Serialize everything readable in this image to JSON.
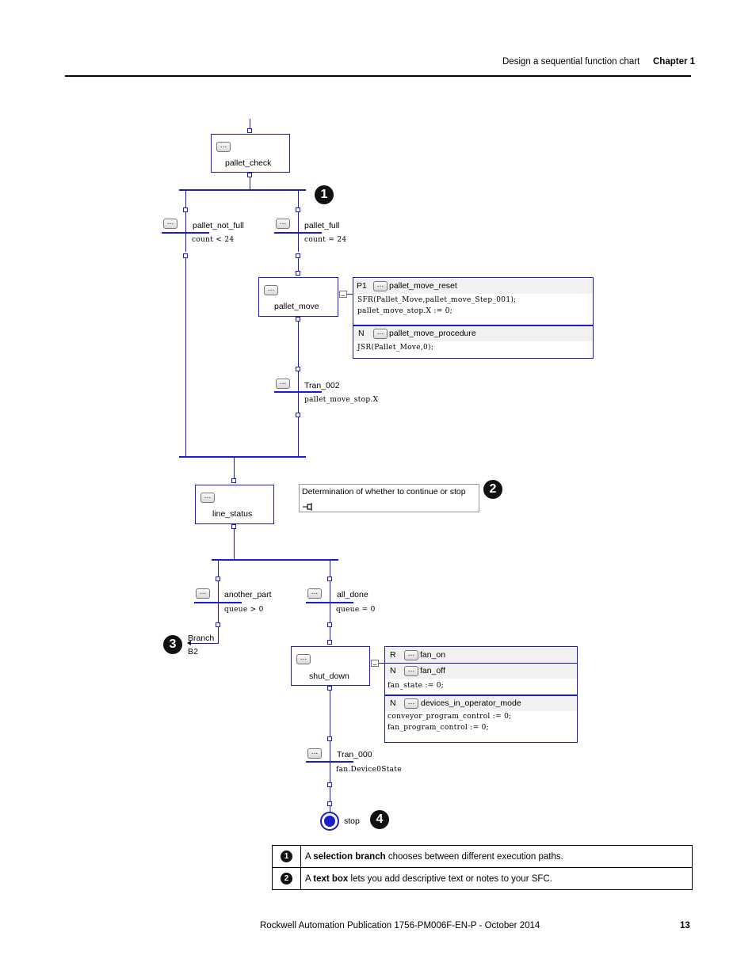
{
  "header": {
    "section": "Design a sequential function chart",
    "chapter": "Chapter 1"
  },
  "footer": {
    "publication": "Rockwell Automation Publication 1756-PM006F-EN-P - October 2014",
    "page": "13"
  },
  "sfc": {
    "button_label": "...",
    "steps": {
      "pallet_check": "pallet_check",
      "pallet_move": "pallet_move",
      "line_status": "line_status",
      "shut_down": "shut_down"
    },
    "transitions": {
      "pallet_not_full": {
        "name": "pallet_not_full",
        "expr": "count < 24"
      },
      "pallet_full": {
        "name": "pallet_full",
        "expr": "count = 24"
      },
      "tran_002": {
        "name": "Tran_002",
        "expr": "pallet_move_stop.X"
      },
      "another_part": {
        "name": "another_part",
        "expr": "queue > 0"
      },
      "all_done": {
        "name": "all_done",
        "expr": "queue = 0"
      },
      "tran_000": {
        "name": "Tran_000",
        "expr": "fan.Device0State"
      }
    },
    "pallet_move_actions": [
      {
        "qualifier": "P1",
        "name": "pallet_move_reset",
        "code": [
          "SFR(Pallet_Move,pallet_move_Step_001);",
          "pallet_move_stop.X := 0;"
        ]
      },
      {
        "qualifier": "N",
        "name": "pallet_move_procedure",
        "code": [
          "JSR(Pallet_Move,0);"
        ]
      }
    ],
    "shut_down_actions": [
      {
        "qualifier": "R",
        "name": "fan_on",
        "code": []
      },
      {
        "qualifier": "N",
        "name": "fan_off",
        "code": [
          "fan_state := 0;"
        ]
      },
      {
        "qualifier": "N",
        "name": "devices_in_operator_mode",
        "code": [
          "conveyor_program_control := 0;",
          "fan_program_control := 0;"
        ]
      }
    ],
    "text_box": "Determination of whether to continue or stop",
    "branch": {
      "label": "Branch",
      "target": "B2"
    },
    "stop": "stop",
    "callouts": [
      "1",
      "2",
      "3",
      "4"
    ]
  },
  "legend": [
    {
      "num": "1",
      "pre": "A ",
      "bold": "selection branch",
      "post": " chooses between different execution paths."
    },
    {
      "num": "2",
      "pre": "A ",
      "bold": "text box",
      "post": " lets you add descriptive text or notes to your SFC."
    }
  ],
  "colors": {
    "sfc_line": "#1a1ad6",
    "action_row": "#f1f1f1"
  }
}
